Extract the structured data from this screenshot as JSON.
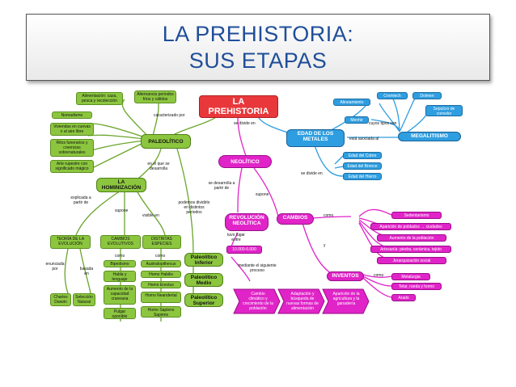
{
  "slide": {
    "title_line1": "LA PREHISTORIA:",
    "title_line2": "SUS ETAPAS"
  },
  "map": {
    "root": "LA PREHISTORIA",
    "divide": "se divide en",
    "paleolitico": {
      "title": "PALEOLÍTICO",
      "caracterizado": "caracterizado por",
      "box_alimentacion": "Alimentación: caza, pesca y recolección",
      "box_alternancia": "Alternancia periodos fríos y cálidos",
      "box_nomadismo": "Nomadismo",
      "box_viviendas": "Viviendas en cuevas o al aire libre",
      "box_ritos": "Ritos funerarios y creencias sobrenaturales",
      "box_arte": "Arte rupestre con significado mágico",
      "en_el": "en el que se desarrolla",
      "hominizacion": "LA HOMINIZACIÓN",
      "explicada": "explicada a partir de",
      "supone": "supone",
      "visible": "visible en",
      "teoria": "TEORÍA DE LA EVOLUCIÓN",
      "cambios_evol": "CAMBIOS EVOLUTIVOS",
      "distintas": "DISTINTAS ESPECIES",
      "enunciada": "enunciada por",
      "basada": "basada en",
      "darwin": "Charles Darwin",
      "seleccion": "Selección Natural",
      "como1": "como",
      "como2": "como",
      "bipedismo": "Bipedismo",
      "habla": "Habla y lenguaje",
      "aumento": "Aumento de la capacidad craneana",
      "pulgar": "Pulgar oponible",
      "australo": "Australopithecus",
      "habilis": "Homo Habilis",
      "erectus": "Homo Erectus",
      "neander": "Homo Neandertal",
      "sapiens": "Homo Sapiens Sapiens",
      "podemos": "podemos dividirlo en distintos periodos",
      "pal_inf": "Paleolítico Inferior",
      "pal_med": "Paleolítico Medio",
      "pal_sup": "Paleolítico Superior"
    },
    "metales": {
      "title": "EDAD DE LOS METALES",
      "asociada": "está asociada al",
      "megalitismo": "MEGALITISMO",
      "cuyos": "cuyos tipos son",
      "alineamiento": "Alineamiento",
      "cromlech": "Cromlech",
      "dolmen": "Dolmen",
      "menhir": "Menhir",
      "sepulcro": "Sepulcro de corredor",
      "se_divide": "se divide en",
      "cobre": "Edad del Cobre",
      "bronce": "Edad del Bronce",
      "hierro": "Edad del Hierro"
    },
    "neolitico": {
      "title": "NEOLÍTICO",
      "desarrolla": "se desarrolla a partir de",
      "supone": "supone",
      "revolucion": "REVOLUCIÓN NEOLÍTICA",
      "tuvo": "tuvo lugar entre",
      "fechas": "10.000-6.000",
      "mediante": "mediante el siguiente proceso",
      "cambio_clim": "Cambio climático y crecimiento de la población",
      "adaptacion": "Adaptación y búsqueda de nuevas formas de alimentación",
      "aparicion": "Aparición de la agricultura y la ganadería",
      "cambios": "CAMBIOS",
      "como": "como",
      "sedentarismo": "Sedentarismo",
      "poblados": "Aparición de poblados → ciudades",
      "aumento_pob": "Aumento de la población",
      "artesania": "Artesanía: piedra, cerámica, tejido",
      "jerarq": "Jerarquización social",
      "y": "y",
      "inventos": "INVENTOS",
      "como2": "como",
      "metalurgia": "Metalurgia",
      "telar": "Telar, rueda y horno",
      "arado": "Arado"
    }
  }
}
